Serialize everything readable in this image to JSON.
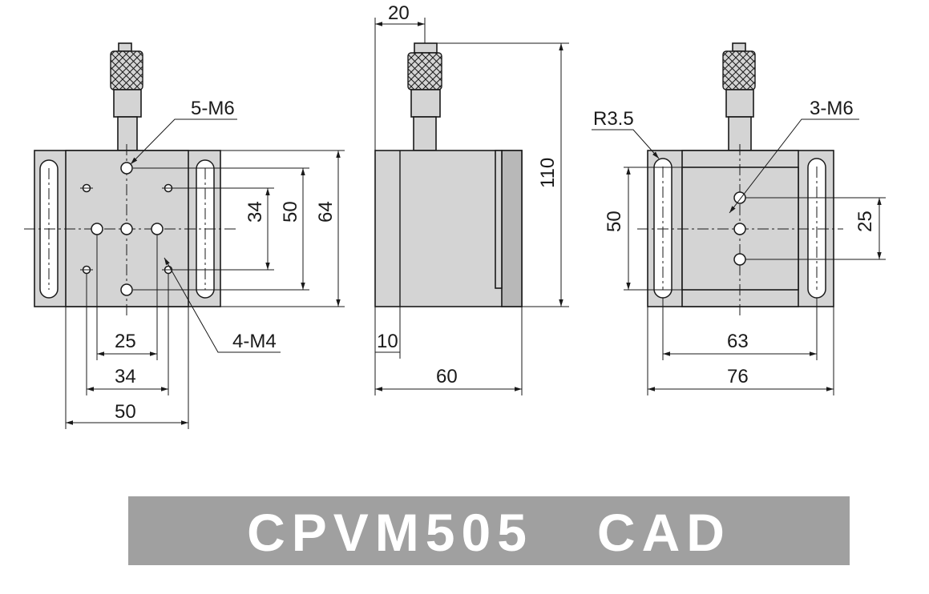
{
  "drawing": {
    "front_view": {
      "callout_top": "5-M6",
      "callout_bottom": "4-M4",
      "dim_vertical_inner": "34",
      "dim_vertical_mid": "50",
      "dim_vertical_outer": "64",
      "dim_horizontal_inner": "25",
      "dim_horizontal_mid": "34",
      "dim_horizontal_outer": "50"
    },
    "side_view": {
      "dim_top": "20",
      "dim_height": "110",
      "dim_flange": "10",
      "dim_width": "60"
    },
    "right_view": {
      "callout_radius": "R3.5",
      "callout_holes": "3-M6",
      "dim_vertical_left": "50",
      "dim_vertical_right": "25",
      "dim_horizontal_inner": "63",
      "dim_horizontal_outer": "76"
    }
  },
  "banner": {
    "title": "CPVM505 CAD",
    "background": "#a0a0a0",
    "text_color": "#ffffff"
  }
}
